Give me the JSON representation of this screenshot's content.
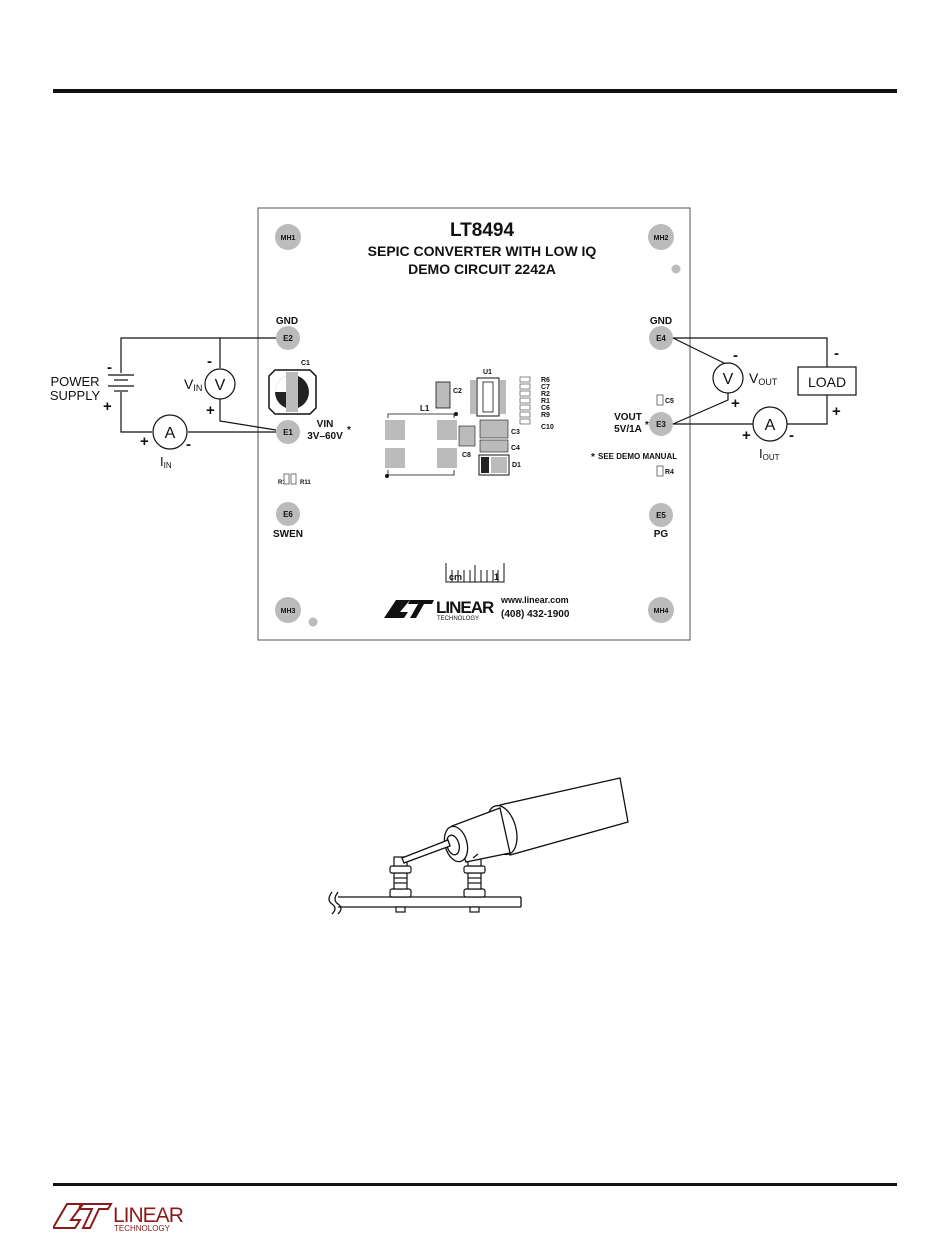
{
  "board": {
    "title": "LT8494",
    "subtitle": "SEPIC CONVERTER WITH LOW IQ",
    "circuit": "DEMO CIRCUIT 2242A",
    "mounting_holes": [
      "MH1",
      "MH2",
      "MH3",
      "MH4"
    ],
    "terminals": {
      "e1": "E1",
      "e2": "E2",
      "e3": "E3",
      "e4": "E4",
      "e5": "E5",
      "e6": "E6"
    },
    "gnd_left": "GND",
    "gnd_right": "GND",
    "vin_label": "VIN",
    "vin_range": "3V–60V",
    "vout_label": "VOUT",
    "vout_rating": "5V/1A",
    "asterisk": "*",
    "note": "SEE DEMO MANUAL",
    "swen": "SWEN",
    "pg": "PG",
    "components": {
      "c1": "C1",
      "c2": "C2",
      "c3": "C3",
      "c4": "C4",
      "c5": "C5",
      "c8": "C8",
      "l1": "L1",
      "u1": "U1",
      "d1": "D1",
      "r4": "R4",
      "r10": "R10",
      "r11": "R11"
    },
    "resistor_list": [
      "R6",
      "C7",
      "R2",
      "R1",
      "C6",
      "R9",
      "C10"
    ],
    "ruler_unit": "cm",
    "ruler_value": "1",
    "website": "www.linear.com",
    "phone": "(408) 432-1900",
    "logo_word": "LINEAR",
    "logo_sub": "TECHNOLOGY"
  },
  "external": {
    "power_supply_line1": "POWER",
    "power_supply_line2": "SUPPLY",
    "vin_meter": "V",
    "vin_meter_label_main": "V",
    "vin_meter_label_sub": "IN",
    "iin_meter": "A",
    "iin_label_main": "I",
    "iin_label_sub": "IN",
    "vout_meter": "V",
    "vout_label_main": "V",
    "vout_label_sub": "OUT",
    "iout_meter": "A",
    "iout_label_main": "I",
    "iout_label_sub": "OUT",
    "load": "LOAD",
    "minus": "-",
    "plus": "+"
  },
  "footer": {
    "logo_word": "LINEAR",
    "logo_sub": "TECHNOLOGY"
  }
}
